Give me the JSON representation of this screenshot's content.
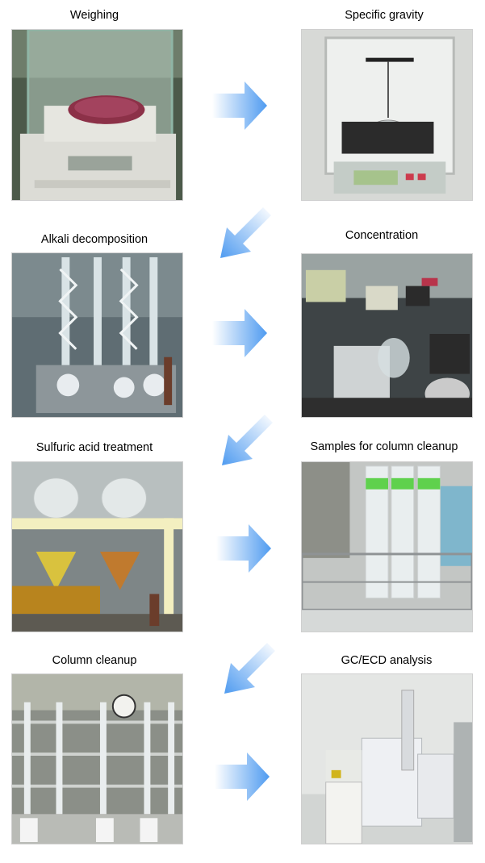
{
  "steps": [
    {
      "label": "Weighing",
      "photo_icon": "analytical-balance-photo"
    },
    {
      "label": "Specific gravity",
      "photo_icon": "specific-gravity-balance-photo"
    },
    {
      "label": "Alkali decomposition",
      "photo_icon": "reflux-condenser-photo"
    },
    {
      "label": "Concentration",
      "photo_icon": "rotary-evaporator-photo"
    },
    {
      "label": "Sulfuric acid treatment",
      "photo_icon": "separatory-funnel-photo"
    },
    {
      "label": "Samples for column cleanup",
      "photo_icon": "test-tube-rack-photo"
    },
    {
      "label": "Column cleanup",
      "photo_icon": "chromatography-columns-photo"
    },
    {
      "label": "GC/ECD analysis",
      "photo_icon": "gas-chromatograph-photo"
    }
  ],
  "colors": {
    "arrow_start": "#ffffff",
    "arrow_end": "#4f9bf0"
  }
}
